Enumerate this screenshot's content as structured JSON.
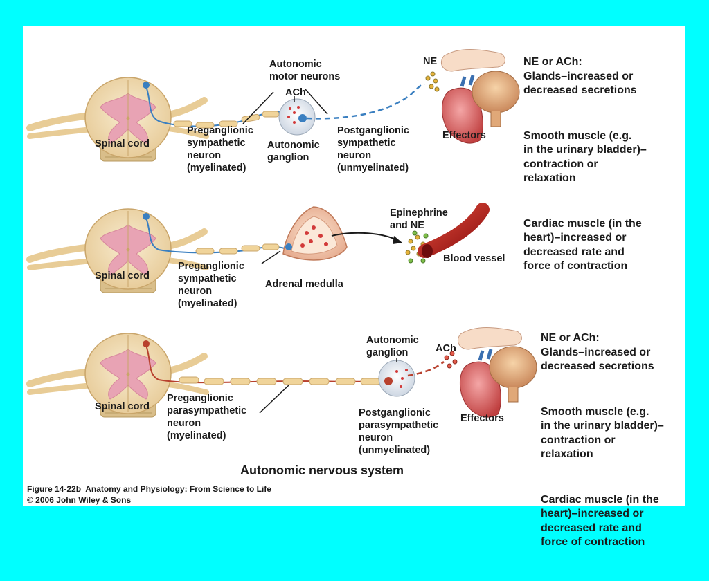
{
  "panel1": {
    "spinal_cord": "Spinal cord",
    "motor_neurons": "Autonomic\nmotor neurons",
    "ach": "ACh",
    "ne": "NE",
    "preganglionic": "Preganglionic\nsympathetic\nneuron\n(myelinated)",
    "ganglion": "Autonomic\nganglion",
    "postganglionic": "Postganglionic\nsympathetic\nneuron\n(unmyelinated)",
    "effectors": "Effectors",
    "effects": [
      "NE or ACh:\nGlands–increased or\ndecreased secretions",
      "Smooth muscle (e.g.\nin the urinary bladder)–\ncontraction or\nrelaxation",
      "Cardiac muscle (in the\nheart)–increased or\ndecreased rate and\nforce of contraction"
    ]
  },
  "panel2": {
    "spinal_cord": "Spinal cord",
    "preganglionic": "Preganglionic\nsympathetic\nneuron\n(myelinated)",
    "adrenal": "Adrenal medulla",
    "epinephrine": "Epinephrine\nand NE",
    "blood_vessel": "Blood vessel"
  },
  "panel3": {
    "spinal_cord": "Spinal cord",
    "preganglionic": "Preganglionic\nparasympathetic\nneuron\n(myelinated)",
    "ganglion": "Autonomic\nganglion",
    "ach": "ACh",
    "postganglionic": "Postganglionic\nparasympathetic\nneuron\n(unmyelinated)",
    "effectors": "Effectors",
    "effects": [
      "NE or ACh:\nGlands–increased or\ndecreased secretions",
      "Smooth muscle (e.g.\nin the urinary bladder)–\ncontraction or\nrelaxation",
      "Cardiac muscle (in the\nheart)–increased or\ndecreased rate and\nforce of contraction"
    ]
  },
  "title": "Autonomic nervous system",
  "caption": {
    "line1": "Figure 14-22b  Anatomy and Physiology: From Science to Life",
    "line2": "© 2006 John Wiley & Sons"
  },
  "colors": {
    "background": "#00ffff",
    "sympathetic": "#3a7fc0",
    "parasympathetic": "#b8412e",
    "gray_matter": "#e8a3b4",
    "cord": "#f3dfb8"
  }
}
